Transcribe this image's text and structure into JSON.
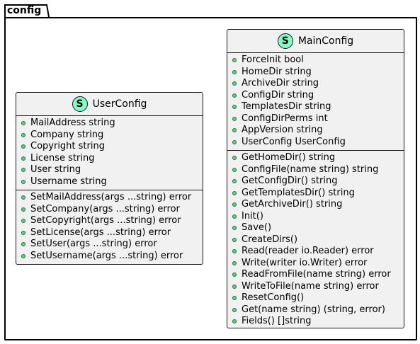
{
  "package": {
    "name": "config"
  },
  "classes": {
    "user_config": {
      "stereotype": "S",
      "name": "UserConfig",
      "fields": [
        "MailAddress string",
        "Company string",
        "Copyright string",
        "License string",
        "User string",
        "Username string"
      ],
      "methods": [
        "SetMailAddress(args ...string) error",
        "SetCompany(args ...string) error",
        "SetCopyright(args ...string) error",
        "SetLicense(args ...string) error",
        "SetUser(args ...string) error",
        "SetUsername(args ...string) error"
      ]
    },
    "main_config": {
      "stereotype": "S",
      "name": "MainConfig",
      "fields": [
        "ForceInit bool",
        "HomeDir string",
        "ArchiveDir string",
        "ConfigDir string",
        "TemplatesDir string",
        "ConfigDirPerms int",
        "AppVersion string",
        "UserConfig UserConfig"
      ],
      "methods": [
        "GetHomeDir() string",
        "ConfigFile(name string) string",
        "GetConfigDir() string",
        "GetTemplatesDir() string",
        "GetArchiveDir() string",
        "Init()",
        "Save()",
        "CreateDirs()",
        "Read(reader io.Reader) error",
        "Write(writer io.Writer) error",
        "ReadFromFile(name string) error",
        "WriteToFile(name string) error",
        "ResetConfig()",
        "Get(name string) (string, error)",
        "Fields() []string"
      ]
    }
  },
  "colors": {
    "class_fill": "#f1f1f1",
    "stereotype_circle": "#82ffc1",
    "visibility_public": "#84be84"
  }
}
